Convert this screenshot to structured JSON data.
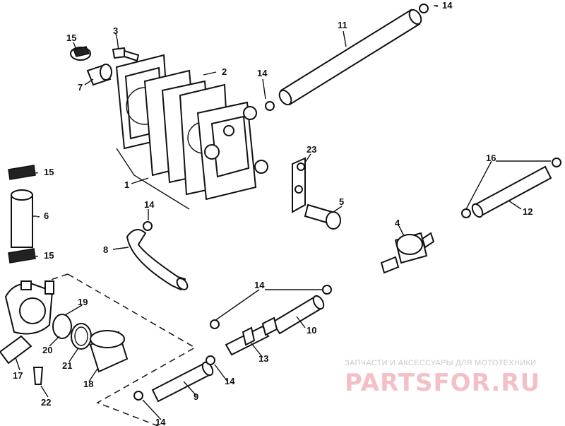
{
  "diagram": {
    "part_numbers": {
      "p1": "1",
      "p2": "2",
      "p3": "3",
      "p4": "4",
      "p5": "5",
      "p6": "6",
      "p7": "7",
      "p8": "8",
      "p9": "9",
      "p10": "10",
      "p11": "11",
      "p12": "12",
      "p13": "13",
      "p16": "16",
      "p17": "17",
      "p18": "18",
      "p19": "19",
      "p20": "20",
      "p21": "21",
      "p22": "22",
      "p23": "23",
      "p14_top": "14",
      "p14_mid": "14",
      "p14_left": "14",
      "p14_right": "14",
      "p14_low": "14",
      "p14_bottom": "14",
      "p15_top": "15",
      "p15_left_a": "15",
      "p15_left_b": "15"
    },
    "dash_prefix": "-"
  },
  "watermark": {
    "tagline": "ЗАПЧАСТИ И АКСЕССУАРЫ ДЛЯ МОТОТЕХНИКИ",
    "logo": "PARTSFOR.RU",
    "color": "#f3c0c6"
  }
}
